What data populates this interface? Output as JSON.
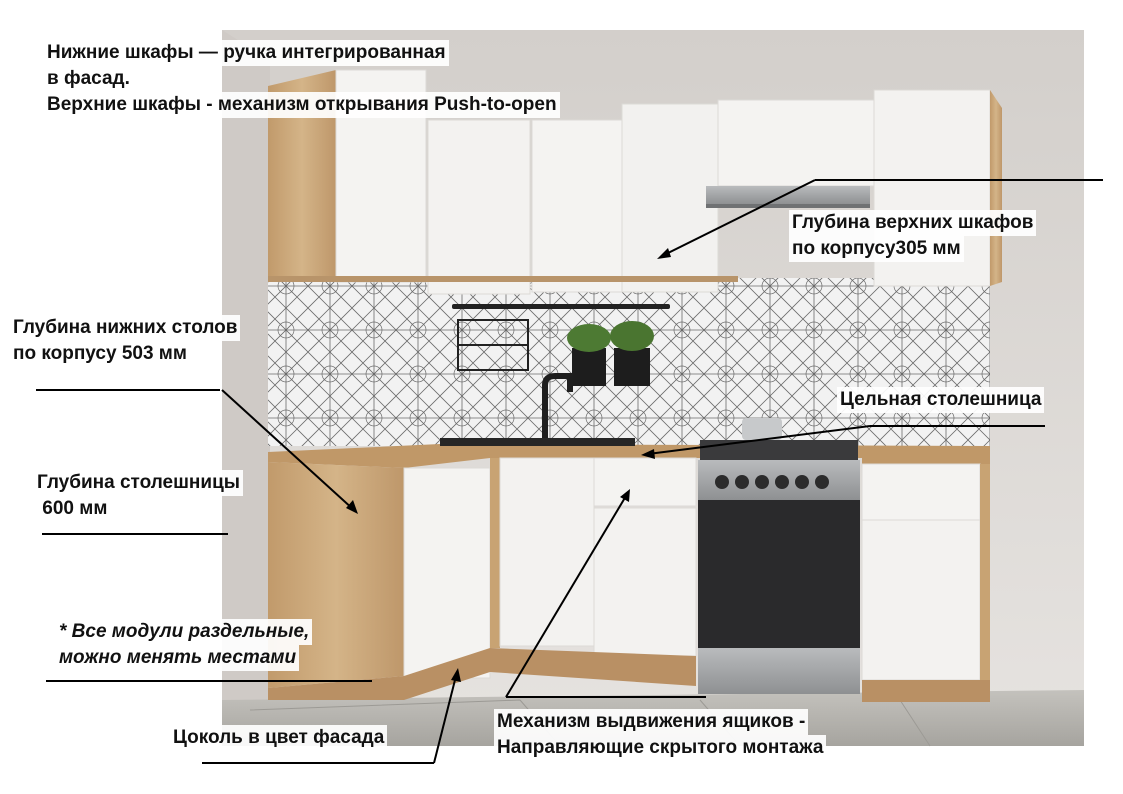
{
  "annotations": {
    "handles": {
      "line1": "Нижние шкафы — ручка интегрированная",
      "line2": "в фасад.",
      "line3": "Верхние шкафы - механизм открывания Push-to-open"
    },
    "upper_depth": {
      "line1": "Глубина верхних шкафов",
      "line2": "по корпусу305 мм"
    },
    "lower_depth": {
      "line1": "Глубина нижних столов",
      "line2": "по корпусу 503 мм"
    },
    "solid_countertop": "Цельная столешница",
    "countertop_depth": {
      "line1": "Глубина столешницы",
      "line2": " 600 мм"
    },
    "modules_note": {
      "line1": "* Все модули раздельные,",
      "line2": "можно менять местами"
    },
    "plinth": "Цоколь в цвет фасада",
    "drawer_mechanism": {
      "line1": "Механизм выдвижения ящиков -",
      "line2": "Направляющие скрытого монтажа"
    }
  },
  "colors": {
    "wall": "#dedad6",
    "floor": "#b5b3ae",
    "facade_white": "#f4f3f1",
    "oak": "#c9a679",
    "countertop": "#b88e5c",
    "oven_black": "#2a2a2c",
    "annotation_line": "#000000"
  }
}
